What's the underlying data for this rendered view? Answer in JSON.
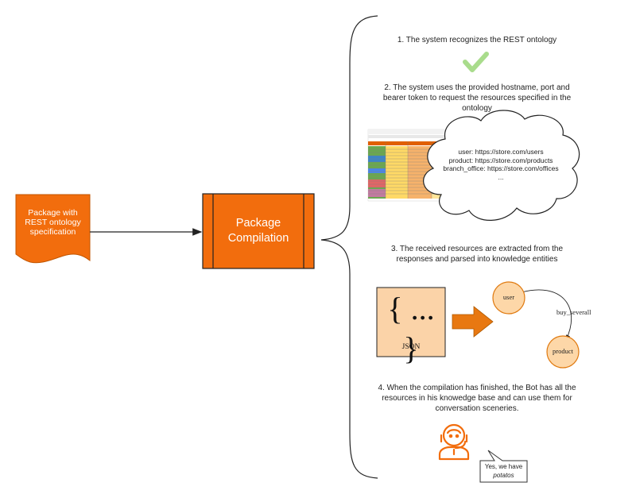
{
  "colors": {
    "orange": "#f26d0d",
    "orange_dark": "#b04a00",
    "light_orange": "#fdd7a8",
    "peach": "#fbd3a8",
    "check_green": "#a9dc8c",
    "bubble_border": "#333333"
  },
  "document": {
    "label_lines": [
      "Package with",
      "REST ontology",
      "specification"
    ]
  },
  "package": {
    "label_lines": [
      "Package",
      "Compilation"
    ]
  },
  "steps": [
    {
      "lines": [
        "1. The system recognizes the REST ontology"
      ]
    },
    {
      "lines": [
        "2. The system uses the provided hostname, port and",
        "bearer token to request the resources specified in the",
        "ontology"
      ]
    },
    {
      "lines": [
        "3. The received resources are extracted from the",
        "responses and parsed into knowledge entities"
      ]
    },
    {
      "lines": [
        "4. When the compilation has finished, the Bot has all the",
        "resources in his knowedge base and can use them for",
        "conversation sceneries."
      ]
    }
  ],
  "cloud": {
    "lines": [
      "user: https://store.com/users",
      "product: https://store.com/products",
      "branch_office: https://store.com/offices",
      "..."
    ]
  },
  "json_box": {
    "symbol": "{ ... }",
    "label": "JSON"
  },
  "graph": {
    "node_user": "user",
    "node_product": "product",
    "edge_label": "buy_severall"
  },
  "speech_bubble": {
    "line1": "Yes, we have",
    "line2": "potatos"
  },
  "icons": [
    "check-icon",
    "spreadsheet-thumbnail",
    "cloud-icon",
    "arrow-icon",
    "bot-icon",
    "speech-bubble-icon"
  ]
}
